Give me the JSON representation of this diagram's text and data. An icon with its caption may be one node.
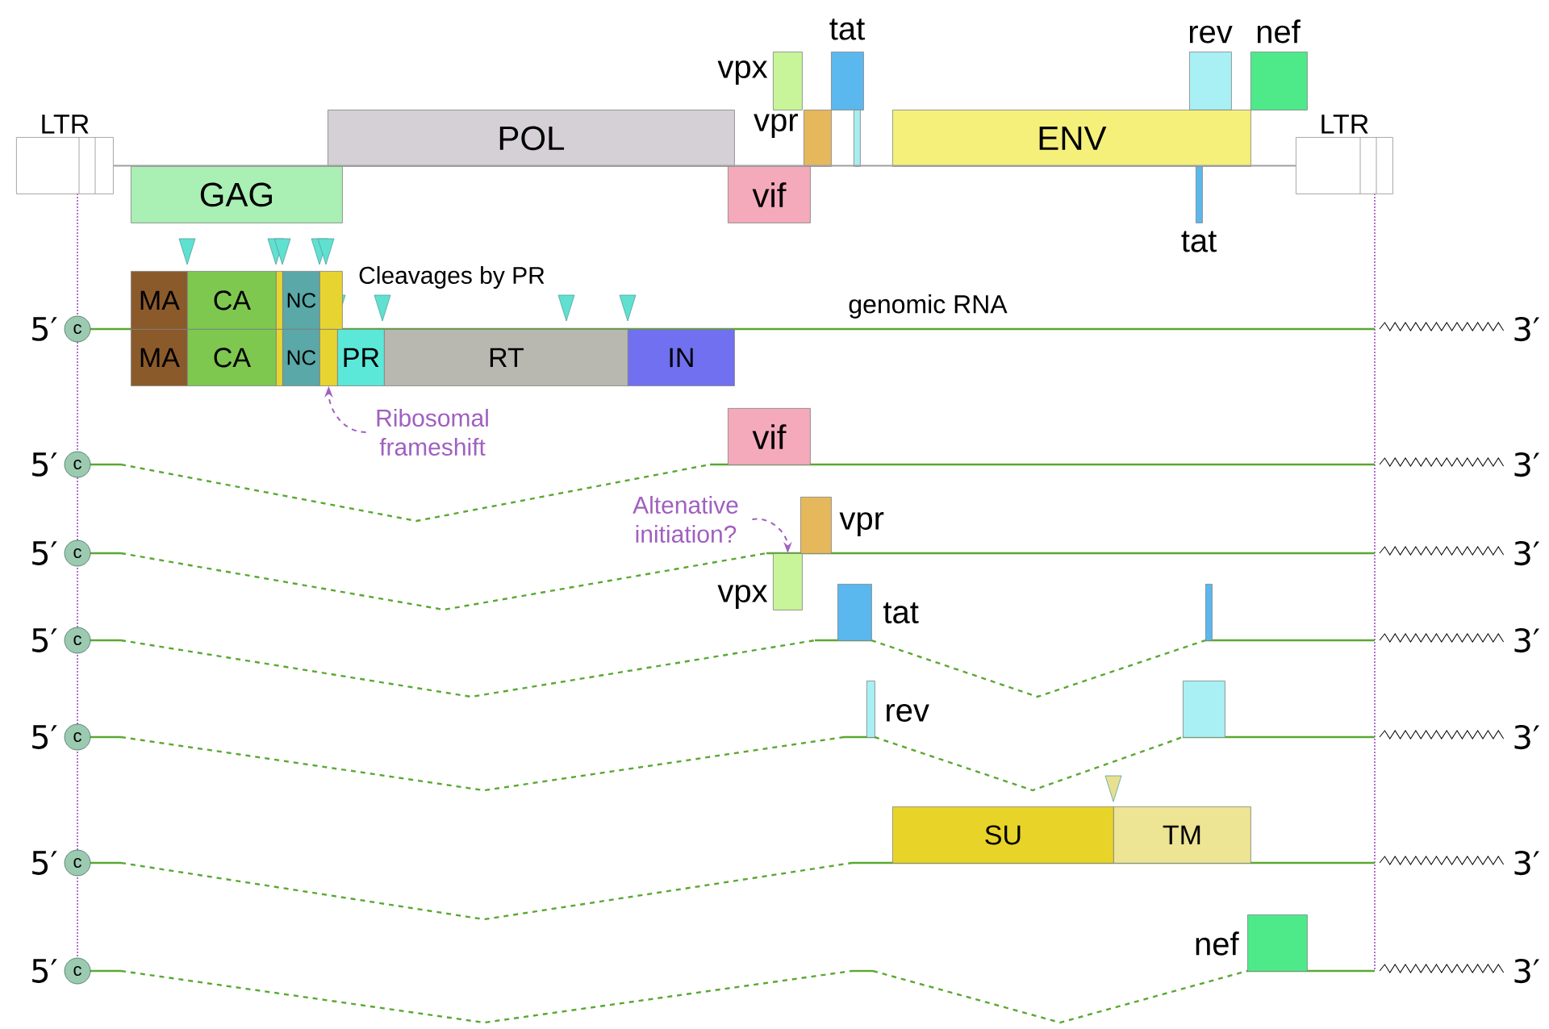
{
  "diagram": {
    "nodes": [
      {
        "text": [
          "LTR"
        ]
      },
      {
        "text": [],
        "shape": "box",
        "beside": [
          "vpx"
        ]
      },
      {
        "text": [],
        "shape": "box",
        "beside": [
          "tat"
        ]
      },
      {
        "text": [],
        "shape": "box",
        "beside": [
          "rev"
        ]
      },
      {
        "text": [],
        "shape": "box",
        "beside": [
          "nef"
        ]
      },
      {
        "text": [
          "LTR"
        ]
      },
      {
        "text": [
          "POL"
        ]
      },
      {
        "text": [],
        "shape": "box",
        "beside": [
          "vpr"
        ]
      },
      {
        "text": [],
        "shape": "box"
      },
      {
        "text": [
          "ENV"
        ]
      },
      {
        "text": [
          "GAG"
        ]
      },
      {
        "text": [
          "vif"
        ]
      },
      {
        "text": [],
        "shape": "box",
        "beside": [
          "tat"
        ]
      },
      {
        "text": [
          "MA"
        ]
      },
      {
        "text": [
          "CA"
        ]
      },
      {
        "text": [],
        "shape": "box"
      },
      {
        "text": [
          "NC"
        ]
      },
      {
        "text": [],
        "shape": "box"
      },
      {
        "text": [
          "c"
        ],
        "beside": [
          "5′"
        ]
      },
      {
        "text": [
          "MA"
        ]
      },
      {
        "text": [
          "CA"
        ]
      },
      {
        "text": [],
        "shape": "box"
      },
      {
        "text": [
          "NC"
        ]
      },
      {
        "text": [],
        "shape": "box"
      },
      {
        "text": [
          "PR"
        ]
      },
      {
        "text": [
          "RT"
        ]
      },
      {
        "text": [
          "IN"
        ]
      },
      {
        "text": [
          "Ribosomal frameshift"
        ]
      },
      {
        "text": [
          "c"
        ],
        "beside": [
          "5′"
        ]
      },
      {
        "text": [
          "vif"
        ]
      },
      {
        "text": [
          "Altenative initiation?"
        ]
      },
      {
        "text": [],
        "shape": "box",
        "beside": [
          "vpr"
        ]
      },
      {
        "text": [
          "c"
        ],
        "beside": [
          "5′"
        ]
      },
      {
        "text": [],
        "shape": "box",
        "beside": [
          "vpx"
        ]
      },
      {
        "text": [
          "c"
        ],
        "beside": [
          "5′"
        ]
      },
      {
        "text": [],
        "shape": "box",
        "beside": [
          "tat"
        ]
      },
      {
        "text": [],
        "shape": "box"
      },
      {
        "text": [
          "c"
        ],
        "beside": [
          "5′"
        ]
      },
      {
        "text": [],
        "shape": "box",
        "beside": [
          "rev"
        ]
      },
      {
        "text": [],
        "shape": "box"
      },
      {
        "text": [
          "c"
        ],
        "beside": [
          "5′"
        ]
      },
      {
        "text": [
          "SU"
        ]
      },
      {
        "text": [
          "TM"
        ]
      },
      {
        "text": [
          "c"
        ],
        "beside": [
          "5′"
        ]
      },
      {
        "text": [],
        "shape": "box",
        "beside": [
          "nef"
        ]
      }
    ],
    "edges": [
      {
        "from": 27,
        "to": 23,
        "arrow": "to",
        "style": "dashed"
      },
      {
        "from": 30,
        "to": 33,
        "arrow": "to",
        "style": "dashed"
      },
      {
        "from": 0,
        "to": 5,
        "arrow": "none",
        "color": "#a0a0a0"
      }
    ],
    "labels": [
      "Cleavages by PR",
      "genomic RNA",
      "3′",
      "3′",
      "3′",
      "3′",
      "3′",
      "3′",
      "3′"
    ]
  }
}
